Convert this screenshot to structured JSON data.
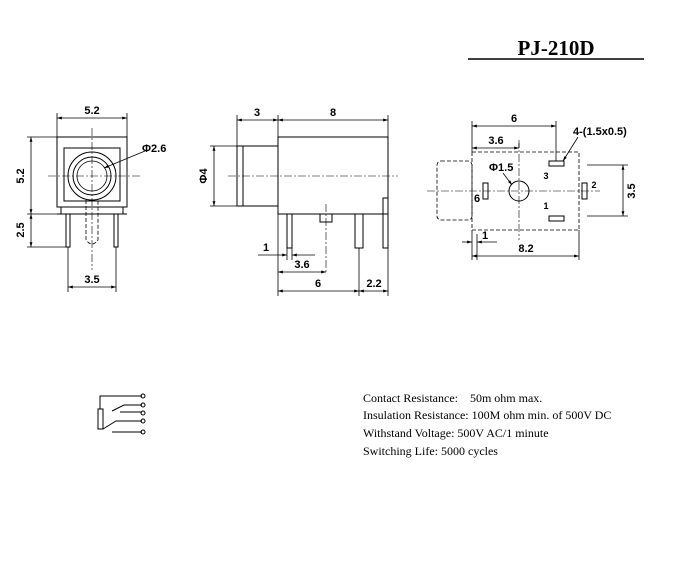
{
  "title": "PJ-210D",
  "dims": {
    "front_width": "5.2",
    "front_height": "5.2",
    "hole_dia": "Φ2.6",
    "pin_len": "2.5",
    "pin_spacing": "3.5",
    "side_nose": "3",
    "side_body": "8",
    "side_dia": "Φ4",
    "side_pin_offset": "1",
    "side_pin_a": "3.6",
    "side_pin_b": "6",
    "side_pin_c": "2.2",
    "top_width": "6",
    "top_inner": "3.6",
    "top_pads": "4-(1.5x0.5)",
    "top_hole": "Φ1.5",
    "top_height": "3.5",
    "top_pin_left": "6",
    "top_offset": "1",
    "top_total": "8.2",
    "pin1": "1",
    "pin2": "2",
    "pin3": "3"
  },
  "specs": [
    "Contact Resistance:    50m ohm max.",
    "Insulation Resistance: 100M ohm min. of 500V DC",
    "Withstand Voltage: 500V AC/1 minute",
    "Switching Life: 5000 cycles"
  ]
}
